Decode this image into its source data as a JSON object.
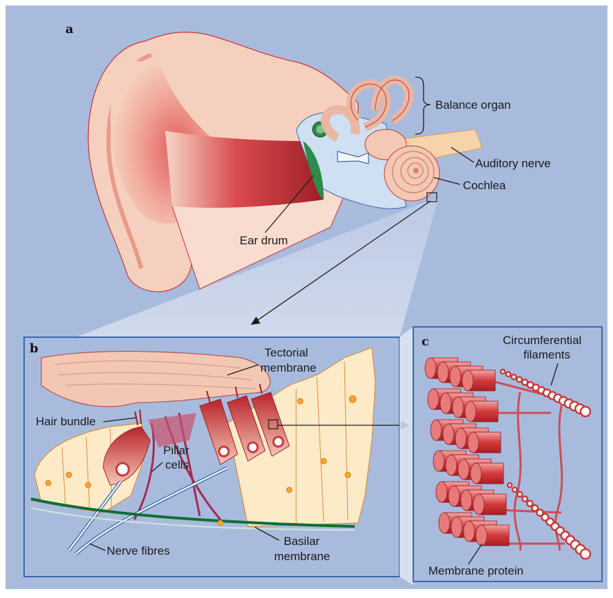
{
  "panels": {
    "a": "a",
    "b": "b",
    "c": "c"
  },
  "labels": {
    "balance_organ": "Balance organ",
    "auditory_nerve": "Auditory nerve",
    "cochlea": "Cochlea",
    "ear_drum": "Ear drum",
    "tectorial_membrane_1": "Tectorial",
    "tectorial_membrane_2": "membrane",
    "hair_bundle": "Hair bundle",
    "pillar_cells_1": "Pillar",
    "pillar_cells_2": "cells",
    "nerve_fibres": "Nerve fibres",
    "basilar_membrane_1": "Basilar",
    "basilar_membrane_2": "membrane",
    "circumferential_filaments_1": "Circumferential",
    "circumferential_filaments_2": "filaments",
    "membrane_protein": "Membrane protein"
  },
  "colors": {
    "background": "#a9bbdd",
    "skin": "#f6d0bf",
    "canal_red": "#c8323a",
    "inner_ear": "#f1c9b4",
    "fluid_blue": "#cfe0f3",
    "eardrum_green": "#2e8b4a",
    "panel_border": "#3a66a8",
    "cell_cream": "#fdebc8",
    "cell_outline": "#e08a3a",
    "hair_cell_red": "#c73a3a",
    "basilar_green": "#0f6e33",
    "filament_red": "#d23b3b"
  }
}
